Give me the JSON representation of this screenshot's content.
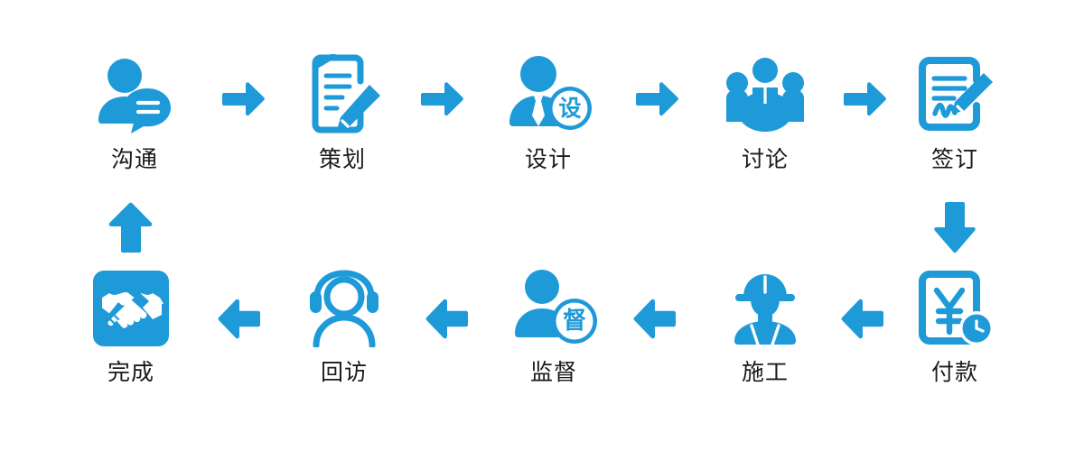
{
  "diagram": {
    "title": "service-workflow-flowchart",
    "accent_color": "#1E9AD8",
    "label_color": "#1a1a1a",
    "background_color": "#ffffff",
    "steps": [
      {
        "id": "step-1",
        "label": "沟通",
        "icon": "person-with-speech-bubble-icon",
        "row": "top",
        "order": 1
      },
      {
        "id": "step-2",
        "label": "策划",
        "icon": "document-with-pencil-icon",
        "row": "top",
        "order": 2
      },
      {
        "id": "step-3",
        "label": "设计",
        "icon": "person-with-badge-she-icon",
        "row": "top",
        "order": 3,
        "badge_text": "设"
      },
      {
        "id": "step-4",
        "label": "讨论",
        "icon": "group-meeting-icon",
        "row": "top",
        "order": 4
      },
      {
        "id": "step-5",
        "label": "签订",
        "icon": "contract-signature-pen-icon",
        "row": "top",
        "order": 5
      },
      {
        "id": "step-6",
        "label": "付款",
        "icon": "yen-invoice-clock-icon",
        "row": "bottom",
        "order": 6
      },
      {
        "id": "step-7",
        "label": "施工",
        "icon": "construction-worker-icon",
        "row": "bottom",
        "order": 7
      },
      {
        "id": "step-8",
        "label": "监督",
        "icon": "person-with-badge-du-icon",
        "row": "bottom",
        "order": 8,
        "badge_text": "督"
      },
      {
        "id": "step-9",
        "label": "回访",
        "icon": "headset-person-icon",
        "row": "bottom",
        "order": 9
      },
      {
        "id": "step-10",
        "label": "完成",
        "icon": "handshake-icon",
        "row": "bottom",
        "order": 10
      }
    ],
    "connectors": [
      {
        "id": "arrow-1",
        "icon": "arrow-right-icon",
        "direction": "right",
        "from": "沟通",
        "to": "策划"
      },
      {
        "id": "arrow-2",
        "icon": "arrow-right-icon",
        "direction": "right",
        "from": "策划",
        "to": "设计"
      },
      {
        "id": "arrow-3",
        "icon": "arrow-right-icon",
        "direction": "right",
        "from": "设计",
        "to": "讨论"
      },
      {
        "id": "arrow-4",
        "icon": "arrow-right-icon",
        "direction": "right",
        "from": "讨论",
        "to": "签订"
      },
      {
        "id": "arrow-5",
        "icon": "arrow-down-icon",
        "direction": "down",
        "from": "签订",
        "to": "付款"
      },
      {
        "id": "arrow-6",
        "icon": "arrow-left-icon",
        "direction": "left",
        "from": "付款",
        "to": "施工"
      },
      {
        "id": "arrow-7",
        "icon": "arrow-left-icon",
        "direction": "left",
        "from": "施工",
        "to": "监督"
      },
      {
        "id": "arrow-8",
        "icon": "arrow-left-icon",
        "direction": "left",
        "from": "监督",
        "to": "回访"
      },
      {
        "id": "arrow-9",
        "icon": "arrow-left-icon",
        "direction": "left",
        "from": "回访",
        "to": "完成"
      },
      {
        "id": "arrow-10",
        "icon": "arrow-up-icon",
        "direction": "up",
        "from": "完成",
        "to": "沟通"
      }
    ]
  }
}
